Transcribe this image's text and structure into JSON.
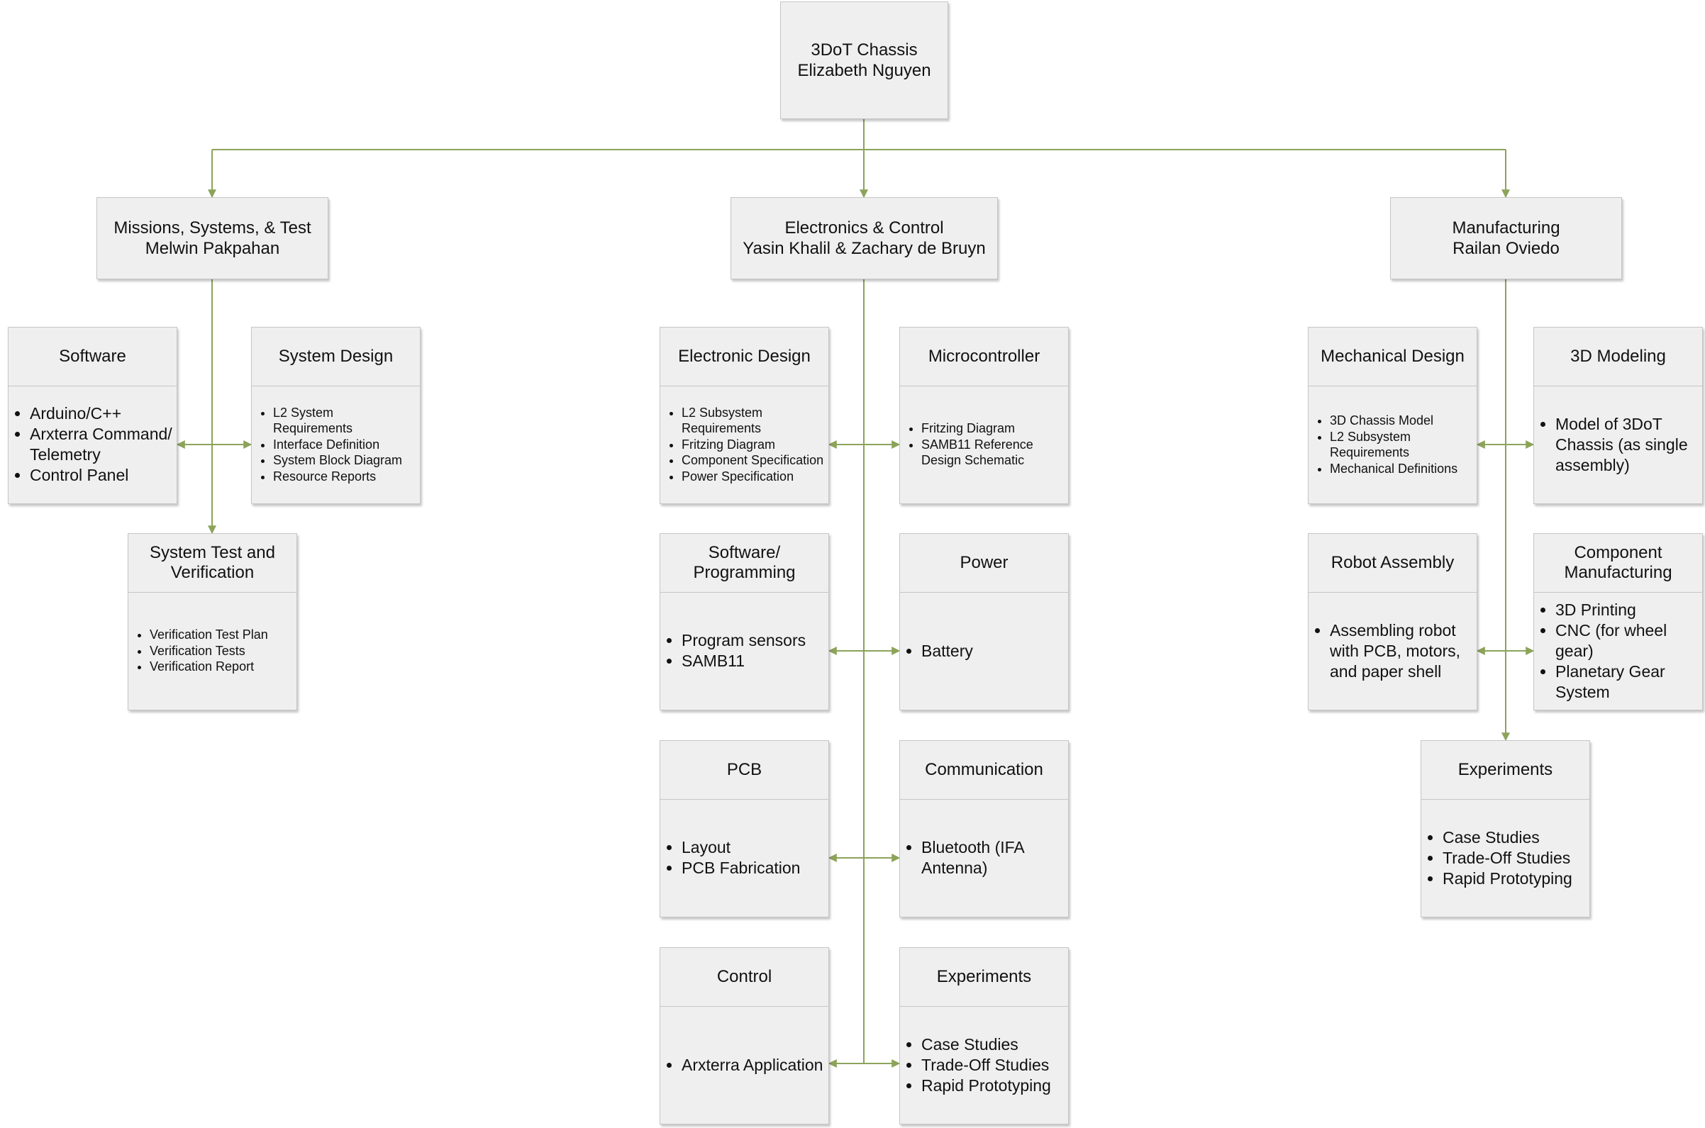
{
  "colors": {
    "connector": "#8ca35a",
    "box_fill": "#efefef",
    "box_border": "#c6c6c6"
  },
  "root": {
    "line1": "3DoT Chassis",
    "line2": "Elizabeth Nguyen"
  },
  "branches": [
    {
      "key": "mst",
      "line1": "Missions, Systems, & Test",
      "line2": "Melwin Pakpahan"
    },
    {
      "key": "ec",
      "line1": "Electronics & Control",
      "line2": "Yasin Khalil & Zachary de Bruyn"
    },
    {
      "key": "mfg",
      "line1": "Manufacturing",
      "line2": "Railan Oviedo"
    }
  ],
  "cards": [
    {
      "id": "software",
      "title": "Software",
      "items": [
        "Arduino/C++",
        "Arxterra Command/ Telemetry",
        "Control Panel"
      ]
    },
    {
      "id": "system-design",
      "title": "System Design",
      "items": [
        "L2 System Requirements",
        "Interface Definition",
        "System Block Diagram",
        "Resource Reports"
      ]
    },
    {
      "id": "system-test",
      "title": "System Test and Verification",
      "items": [
        "Verification Test Plan",
        "Verification Tests",
        "Verification Report"
      ]
    },
    {
      "id": "electronic-design",
      "title": "Electronic Design",
      "items": [
        "L2 Subsystem Requirements",
        "Fritzing Diagram",
        "Component Specification",
        "Power Specification"
      ]
    },
    {
      "id": "microcontroller",
      "title": "Microcontroller",
      "items": [
        "Fritzing Diagram",
        "SAMB11 Reference Design Schematic"
      ]
    },
    {
      "id": "software-programming",
      "title": "Software/ Programming",
      "items": [
        "Program sensors",
        "SAMB11"
      ]
    },
    {
      "id": "power",
      "title": "Power",
      "items": [
        "Battery"
      ]
    },
    {
      "id": "pcb",
      "title": "PCB",
      "items": [
        "Layout",
        "PCB Fabrication"
      ]
    },
    {
      "id": "communication",
      "title": "Communication",
      "items": [
        "Bluetooth (IFA Antenna)"
      ]
    },
    {
      "id": "control",
      "title": "Control",
      "items": [
        "Arxterra Application"
      ]
    },
    {
      "id": "experiments-ec",
      "title": "Experiments",
      "items": [
        "Case Studies",
        "Trade-Off Studies",
        "Rapid Prototyping"
      ]
    },
    {
      "id": "mechanical-design",
      "title": "Mechanical Design",
      "items": [
        "3D Chassis Model",
        "L2 Subsystem Requirements",
        "Mechanical Definitions"
      ]
    },
    {
      "id": "3d-modeling",
      "title": "3D Modeling",
      "items": [
        "Model of 3DoT Chassis (as single assembly)"
      ]
    },
    {
      "id": "robot-assembly",
      "title": "Robot Assembly",
      "items": [
        "Assembling robot with PCB, motors, and paper shell"
      ]
    },
    {
      "id": "component-manufacturing",
      "title": "Component Manufacturing",
      "items": [
        "3D Printing",
        "CNC (for wheel gear)",
        "Planetary Gear System"
      ]
    },
    {
      "id": "experiments-mfg",
      "title": "Experiments",
      "items": [
        "Case Studies",
        "Trade-Off Studies",
        "Rapid Prototyping"
      ]
    }
  ]
}
